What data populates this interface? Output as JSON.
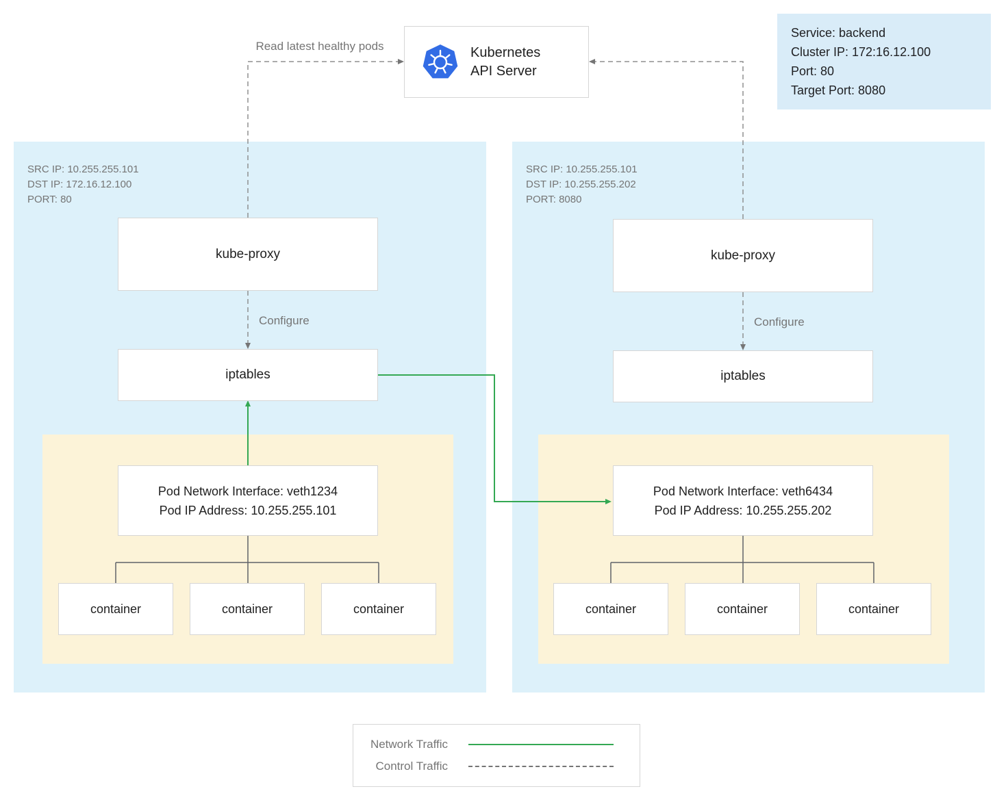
{
  "api_server": {
    "line1": "Kubernetes",
    "line2": "API Server"
  },
  "service_info": {
    "lines": [
      "Service: backend",
      "Cluster IP: 172:16.12.100",
      "Port: 80",
      "Target Port: 8080"
    ]
  },
  "edges": {
    "read_latest": "Read latest healthy pods",
    "configure_left": "Configure",
    "configure_right": "Configure"
  },
  "left_node": {
    "header": [
      "SRC IP: 10.255.255.101",
      "DST IP: 172.16.12.100",
      "PORT: 80"
    ],
    "kube_proxy": "kube-proxy",
    "iptables": "iptables",
    "pod": {
      "interface_line1": "Pod Network Interface: veth1234",
      "interface_line2": "Pod IP Address: 10.255.255.101",
      "containers": [
        "container",
        "container",
        "container"
      ]
    }
  },
  "right_node": {
    "header": [
      "SRC IP: 10.255.255.101",
      "DST IP: 10.255.255.202",
      "PORT: 8080"
    ],
    "kube_proxy": "kube-proxy",
    "iptables": "iptables",
    "pod": {
      "interface_line1": "Pod Network Interface: veth6434",
      "interface_line2": "Pod IP Address: 10.255.255.202",
      "containers": [
        "container",
        "container",
        "container"
      ]
    }
  },
  "legend": {
    "network_label": "Network Traffic",
    "control_label": "Control Traffic"
  },
  "colors": {
    "network_traffic": "#34a853",
    "control_traffic": "#757575",
    "node_background": "#ddf1fa",
    "pod_background": "#fcf3d8",
    "kubernetes_blue": "#326ce5"
  }
}
